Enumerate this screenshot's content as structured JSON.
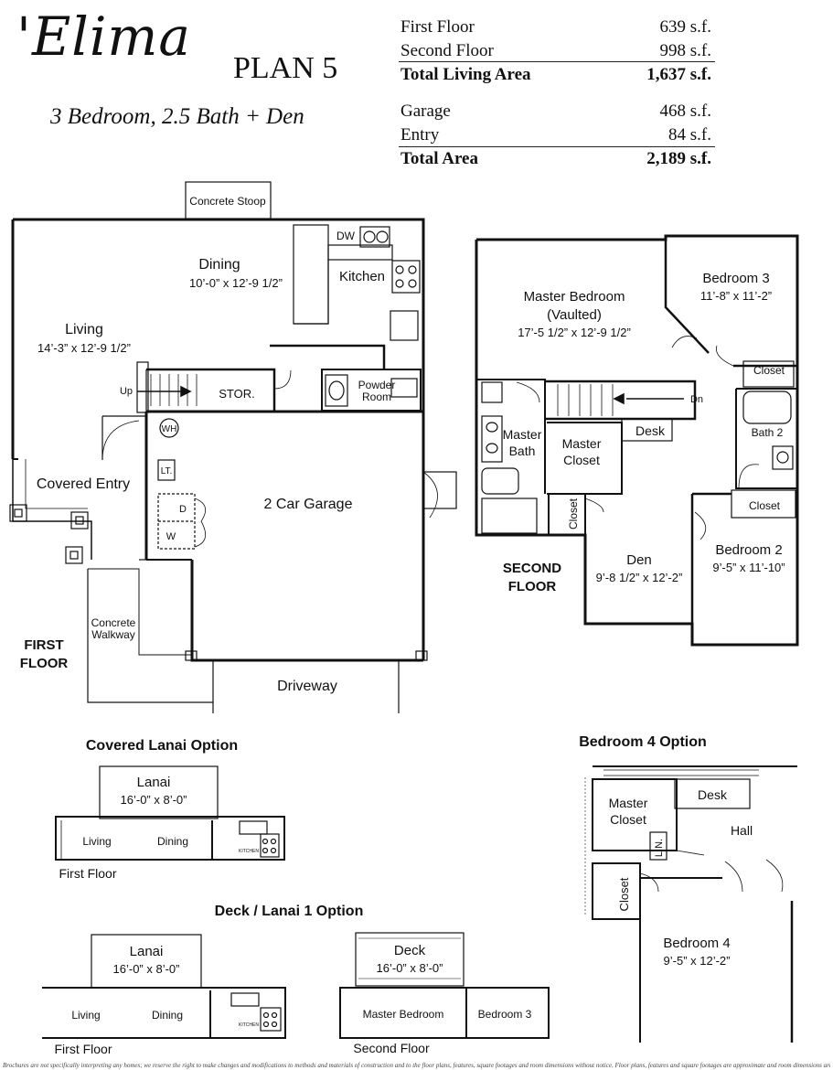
{
  "header": {
    "model_name": "'Elima",
    "plan_label": "PLAN 5",
    "subtitle": "3 Bedroom, 2.5 Bath + Den"
  },
  "areas": {
    "living": [
      {
        "label": "First Floor",
        "value": "639 s.f."
      },
      {
        "label": "Second Floor",
        "value": "998 s.f."
      },
      {
        "label": "Total Living Area",
        "value": "1,637 s.f."
      }
    ],
    "other": [
      {
        "label": "Garage",
        "value": "468 s.f."
      },
      {
        "label": "Entry",
        "value": "84 s.f."
      },
      {
        "label": "Total Area",
        "value": "2,189 s.f."
      }
    ]
  },
  "first_floor": {
    "label_line1": "FIRST",
    "label_line2": "FLOOR",
    "rooms": {
      "concrete_stoop": "Concrete Stoop",
      "dw": "DW",
      "dining_name": "Dining",
      "dining_dim": "10’-0” x 12’-9 1/2”",
      "kitchen": "Kitchen",
      "living_name": "Living",
      "living_dim": "14’-3” x 12’-9 1/2”",
      "up": "Up",
      "stor": "STOR.",
      "powder_line1": "Powder",
      "powder_line2": "Room",
      "wh": "WH",
      "lt": "LT.",
      "washer": "W",
      "dryer": "D",
      "covered_entry": "Covered Entry",
      "garage": "2 Car Garage",
      "walkway_line1": "Concrete",
      "walkway_line2": "Walkway",
      "driveway": "Driveway"
    }
  },
  "second_floor": {
    "label_line1": "SECOND",
    "label_line2": "FLOOR",
    "rooms": {
      "master_line1": "Master Bedroom",
      "master_line2": "(Vaulted)",
      "master_dim": "17’-5 1/2” x 12’-9 1/2”",
      "bedroom3_name": "Bedroom 3",
      "bedroom3_dim": "11’-8” x 11’-2”",
      "closet_b3": "Closet",
      "dn": "Dn",
      "desk": "Desk",
      "bath2": "Bath 2",
      "master_bath_line1": "Master",
      "master_bath_line2": "Bath",
      "master_closet_line1": "Master",
      "master_closet_line2": "Closet",
      "closet_b2": "Closet",
      "closet_den": "Closet",
      "den_name": "Den",
      "den_dim": "9’-8 1/2” x 12’-2”",
      "bedroom2_name": "Bedroom 2",
      "bedroom2_dim": "9’-5” x 11’-10”"
    }
  },
  "options": {
    "covered_lanai": {
      "title": "Covered Lanai Option",
      "lanai_name": "Lanai",
      "lanai_dim": "16’-0” x 8’-0”",
      "living": "Living",
      "dining": "Dining",
      "kitchen": "KITCHEN",
      "floor_label": "First Floor"
    },
    "deck_lanai": {
      "title": "Deck / Lanai 1 Option",
      "lanai_name": "Lanai",
      "lanai_dim": "16’-0” x 8’-0”",
      "living": "Living",
      "dining": "Dining",
      "kitchen": "KITCHEN",
      "first_floor_label": "First Floor",
      "deck_name": "Deck",
      "deck_dim": "16’-0” x 8’-0”",
      "master_bedroom": "Master Bedroom",
      "bedroom3": "Bedroom 3",
      "second_floor_label": "Second Floor"
    },
    "bedroom4": {
      "title": "Bedroom 4 Option",
      "desk": "Desk",
      "master_closet_line1": "Master",
      "master_closet_line2": "Closet",
      "hall": "Hall",
      "lin": "LIN.",
      "closet": "Closet",
      "bedroom4_name": "Bedroom 4",
      "bedroom4_dim": "9’-5” x 12’-2”"
    }
  },
  "disclaimer": "Brochures are not specifically interpreting any homes; we reserve the right to make changes and modifications to methods and materials of construction and to the floor plans, features, square footages and room dimensions without notice. Floor plans, features and square footages are approximate and room dimensions are intended to be as accurate as possible. Measurements, due to"
}
